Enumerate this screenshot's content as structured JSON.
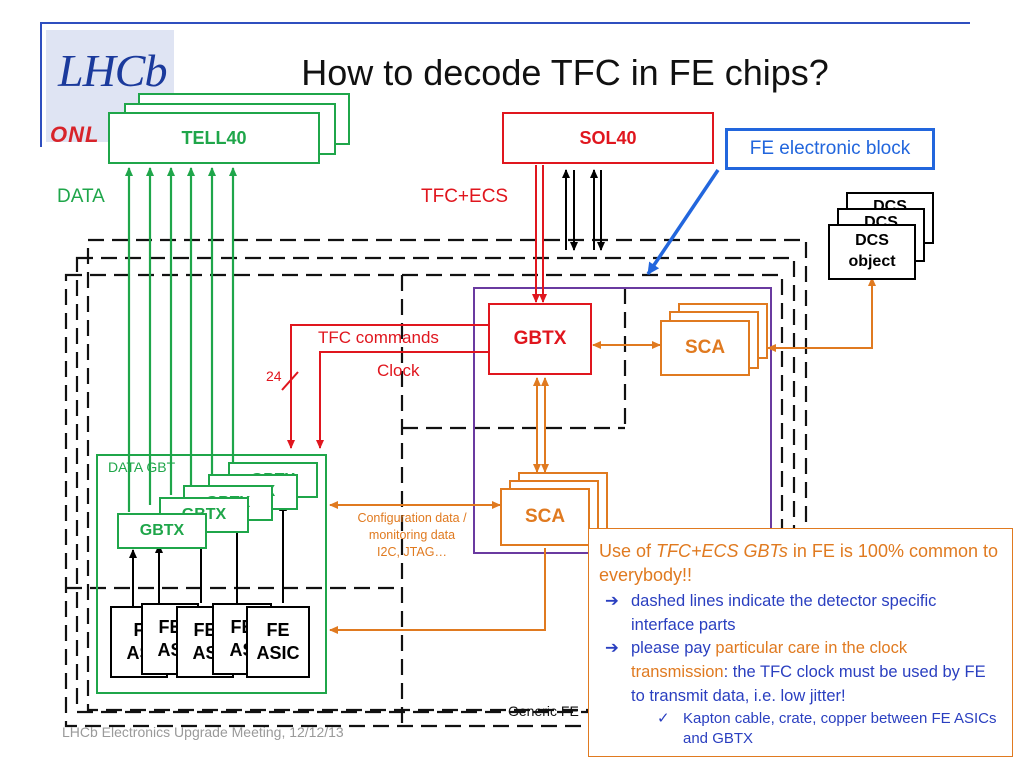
{
  "title": "How to decode TFC in FE chips?",
  "logo": {
    "lhcb": "LHCb",
    "online": "ONL"
  },
  "blocks": {
    "tell40": "TELL40",
    "sol40": "SOL40",
    "gbtx_main": "GBTX",
    "sca_right": "SCA",
    "sca_center": "SCA",
    "gbtx_front": "GBTX",
    "gbtx_stack": [
      "GBTX",
      "GBTX",
      "GBTX",
      "GBTX"
    ],
    "fe_asic_front": [
      "FE",
      "ASIC"
    ],
    "fe_asic_stack": [
      [
        "F",
        "AS"
      ],
      [
        "FE",
        "AS"
      ],
      [
        "FE",
        "AS"
      ],
      [
        "FE",
        "AS"
      ]
    ],
    "dcs_front": [
      "DCS",
      "object"
    ],
    "dcs_back": [
      "DCS",
      "DCS"
    ]
  },
  "labels": {
    "data": "DATA",
    "tfc_ecs": "TFC+ECS",
    "tfc_commands": "TFC commands",
    "clock": "Clock",
    "bus_width": "24",
    "data_gbt": "DATA GBT",
    "config_line1": "Configuration data /",
    "config_line2": "monitoring data",
    "config_line3": "I2C, JTAG…",
    "generic": "Generic FE",
    "fe_electronic_block": "FE electronic block"
  },
  "note": {
    "head_prefix": "Use of ",
    "head_italic": "TFC+ECS GBTs",
    "head_suffix": " in FE is 100% common to everybody!!",
    "b1": "dashed lines indicate the detector specific interface parts",
    "b2_prefix": "please pay ",
    "b2_highlight": "particular care in the clock transmission",
    "b2_suffix": ": the TFC clock must be used by FE to transmit data, i.e. low jitter!",
    "b3": "Kapton cable, crate, copper between FE ASICs and GBTX"
  },
  "footer": "LHCb Electronics Upgrade Meeting, 12/12/13",
  "colors": {
    "green": "#1fa64a",
    "red": "#e0161e",
    "orange": "#e07a20",
    "purple": "#6a3aa0",
    "blue": "#2266dd"
  }
}
